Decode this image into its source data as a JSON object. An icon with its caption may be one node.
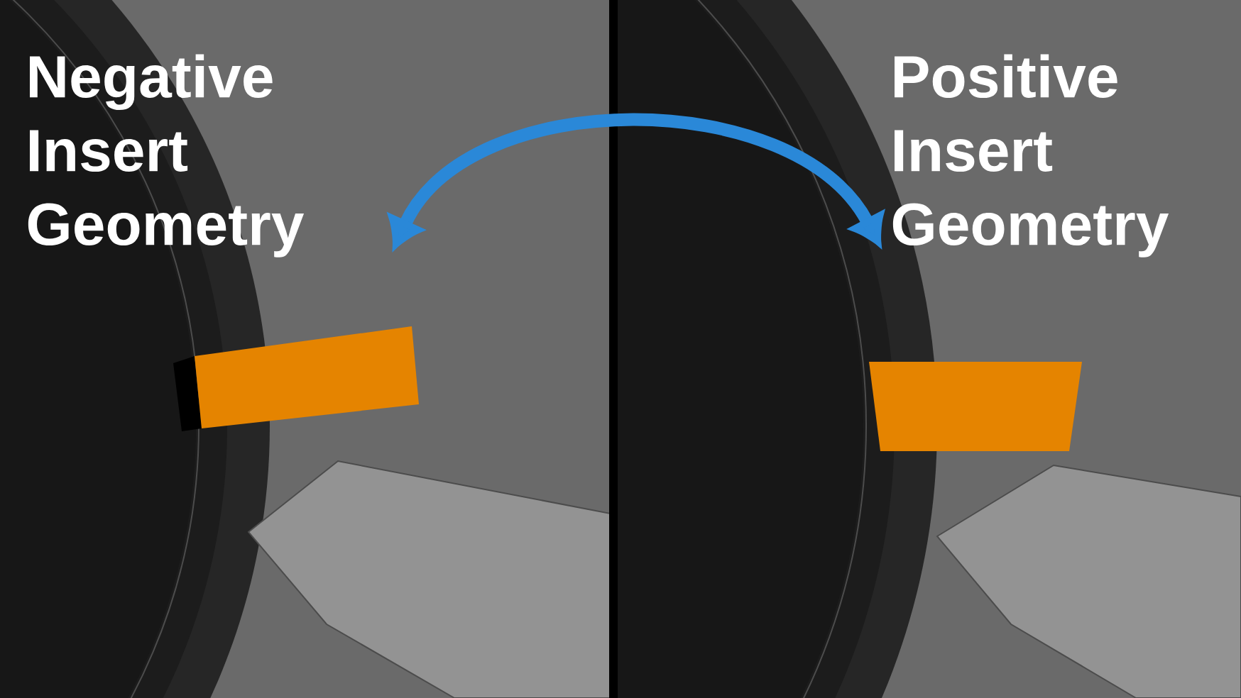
{
  "diagram": {
    "nodes": [
      {
        "text": [
          "Negative Insert Geometry"
        ]
      },
      {
        "text": [
          "Positive Insert Geometry"
        ]
      }
    ],
    "edges": [
      {
        "from": 0,
        "to": 1,
        "arrow": "both",
        "color": "#2a88d8"
      }
    ]
  }
}
